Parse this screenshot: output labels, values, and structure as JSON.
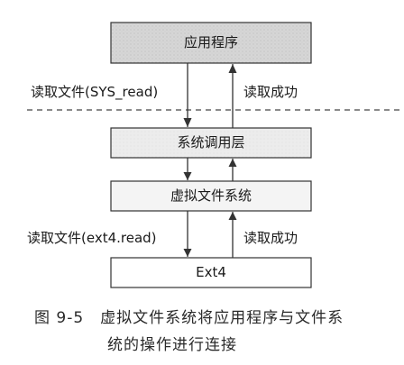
{
  "boxes": {
    "app": "应用程序",
    "syscall": "系统调用层",
    "vfs": "虚拟文件系统",
    "ext4": "Ext4"
  },
  "arrows": {
    "read_sys": "读取文件(SYS_read)",
    "read_ok_top": "读取成功",
    "read_ext4": "读取文件(ext4.read)",
    "read_ok_bottom": "读取成功"
  },
  "caption": {
    "number": "图 9-5",
    "text_line1": "虚拟文件系统将应用程序与文件系",
    "text_line2": "统的操作进行连接"
  },
  "colors": {
    "line": "#333333",
    "box_fill_shaded": "#d9d9d9",
    "box_fill_light": "#efefef",
    "box_fill_white": "#ffffff",
    "dashed": "#444444"
  }
}
